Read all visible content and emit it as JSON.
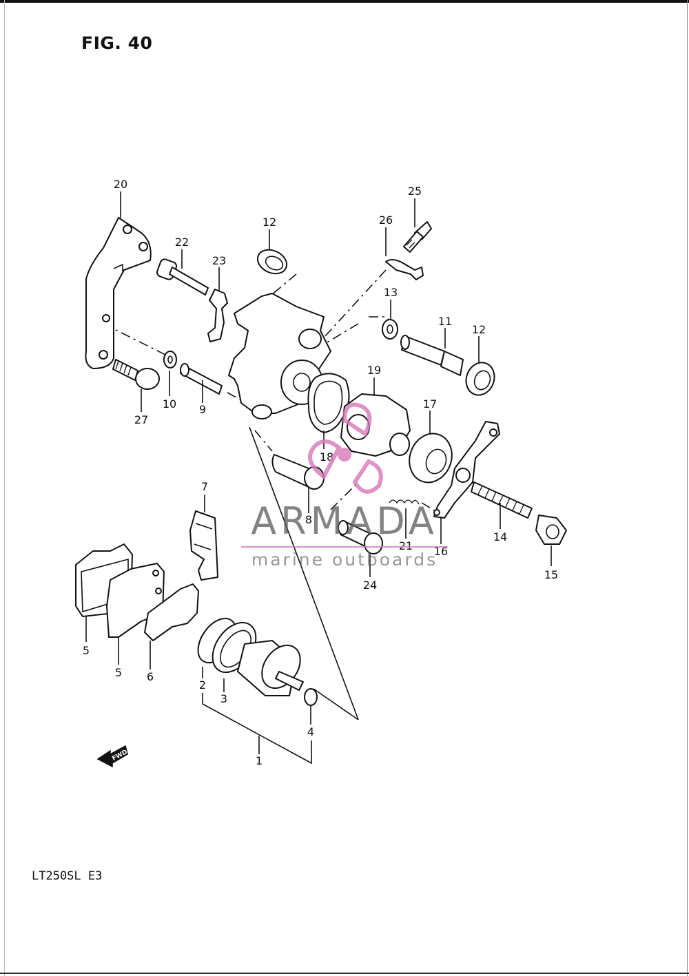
{
  "figure": {
    "title": "FIG. 40",
    "model": "LT250SL  E3"
  },
  "watermark": {
    "name": "ARMADA",
    "tagline": "marine outboards",
    "accent_color": "#d678b8"
  },
  "direction_marker": {
    "label": "FWD",
    "icon": "arrow-left-icon"
  },
  "callouts": [
    "1",
    "2",
    "3",
    "4",
    "5",
    "5",
    "6",
    "7",
    "8",
    "9",
    "10",
    "11",
    "12",
    "12",
    "13",
    "14",
    "15",
    "16",
    "17",
    "18",
    "19",
    "20",
    "21",
    "22",
    "23",
    "24",
    "25",
    "26",
    "27"
  ]
}
